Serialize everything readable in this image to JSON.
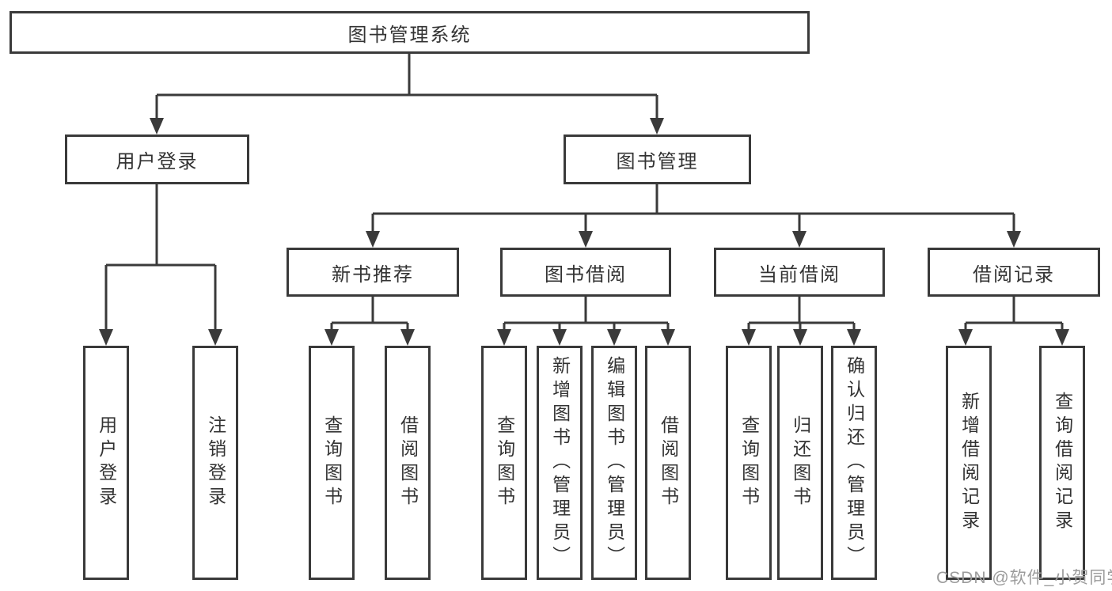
{
  "diagram": {
    "root": "图书管理系统",
    "branches": {
      "user_login": "用户登录",
      "book_mgmt": "图书管理"
    },
    "modules": {
      "new_books": "新书推荐",
      "borrowing": "图书借阅",
      "current": "当前借阅",
      "records": "借阅记录"
    },
    "leaves": {
      "user_login_children": [
        "用户登录",
        "注销登录"
      ],
      "new_books_children": [
        "查询图书",
        "借阅图书"
      ],
      "borrowing_children": [
        "查询图书",
        "新增图书（管理员）",
        "编辑图书（管理员）",
        "借阅图书"
      ],
      "current_children": [
        "查询图书",
        "归还图书",
        "确认归还（管理员）"
      ],
      "records_children": [
        "新增借阅记录",
        "查询借阅记录"
      ]
    }
  },
  "watermark": "CSDN @软件_小贺同学",
  "colors": {
    "line": "#3a3a3a",
    "box_border": "#3a3a3a",
    "box_fill": "#ffffff",
    "text": "#333333",
    "watermark": "#9b9b9b",
    "background": "#ffffff"
  }
}
